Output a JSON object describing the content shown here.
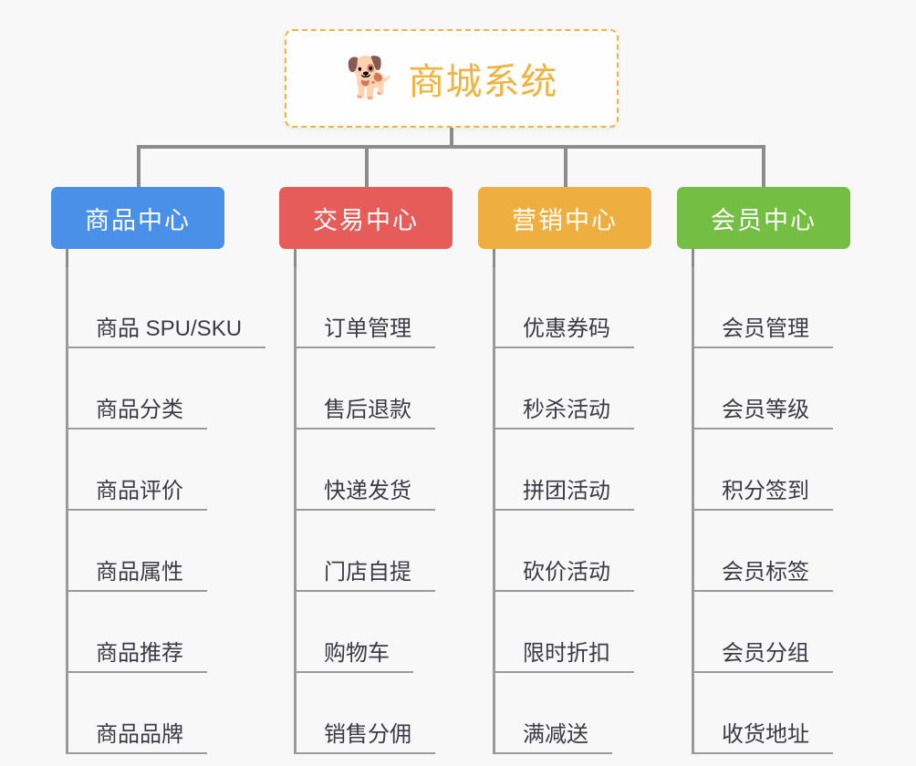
{
  "background_color": "#f8f8f8",
  "root": {
    "icon": "shiba-dog-face-emoji",
    "emoji": "🐕",
    "title": "商城系统",
    "color": "#f0b33f"
  },
  "branches": [
    {
      "title": "商品中心",
      "color": "#4a90e8",
      "leaves": [
        "商品 SPU/SKU",
        "商品分类",
        "商品评价",
        "商品属性",
        "商品推荐",
        "商品品牌"
      ]
    },
    {
      "title": "交易中心",
      "color": "#e65c58",
      "leaves": [
        "订单管理",
        "售后退款",
        "快递发货",
        "门店自提",
        "购物车",
        "销售分佣"
      ]
    },
    {
      "title": "营销中心",
      "color": "#eeaf40",
      "leaves": [
        "优惠券码",
        "秒杀活动",
        "拼团活动",
        "砍价活动",
        "限时折扣",
        "满减送"
      ]
    },
    {
      "title": "会员中心",
      "color": "#74bf43",
      "leaves": [
        "会员管理",
        "会员等级",
        "积分签到",
        "会员标签",
        "会员分组",
        "收货地址"
      ]
    }
  ]
}
